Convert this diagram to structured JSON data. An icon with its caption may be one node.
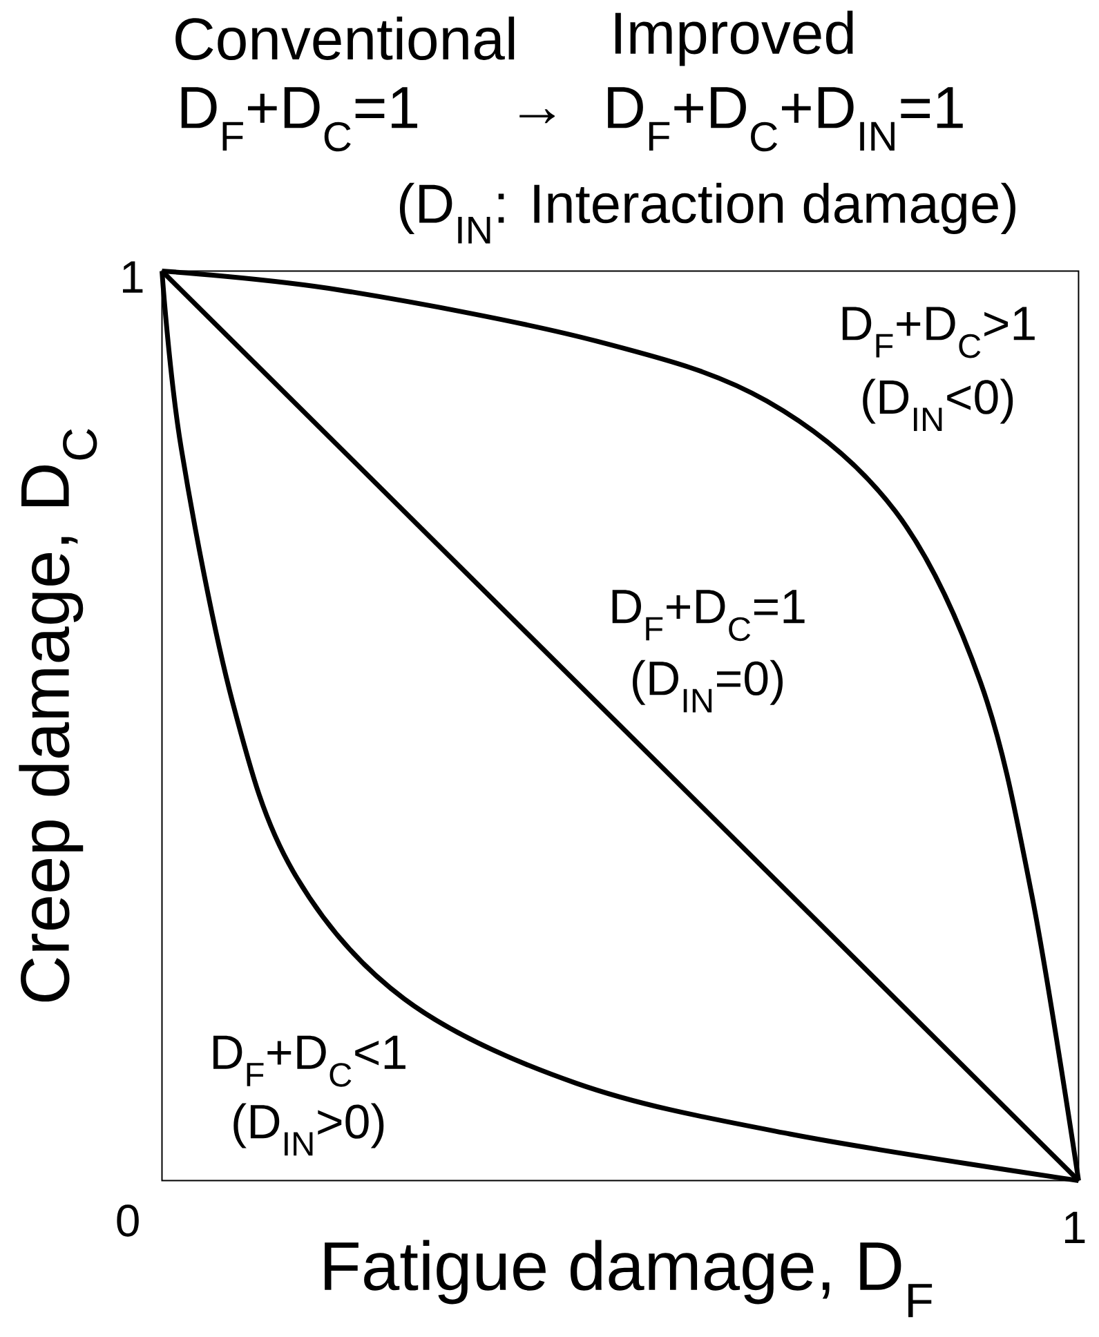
{
  "diagram": {
    "labels": [
      "Conventional",
      "Improved",
      "D$_{F}$+D$_{C}$=1",
      "→",
      "D$_{F}$+D$_{C}$+D$_{IN}$=1",
      "(D$_{IN}$: Interaction damage)",
      "1",
      "D$_{F}$+D$_{C}$>1",
      "(D$_{IN}$<0)",
      "D$_{F}$+D$_{C}$=1",
      "(D$_{IN}$=0)",
      "D$_{F}$+D$_{C}$<1",
      "(D$_{IN}$>0)",
      "0",
      "1",
      "Fatigue damage, D$_{F}$",
      "Creep damage, D$_{C}$"
    ]
  }
}
